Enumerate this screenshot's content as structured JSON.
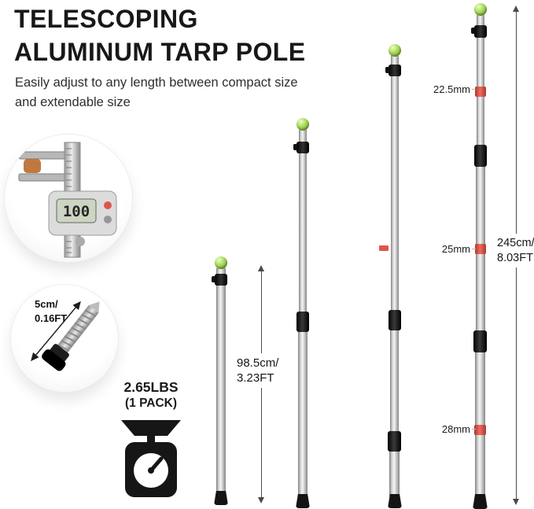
{
  "header": {
    "title_line1": "TELESCOPING",
    "title_line2": "ALUMINUM TARP POLE",
    "subtitle_line1": "Easily adjust to any length between compact size",
    "subtitle_line2": "and extendable size"
  },
  "caliper_inset": {
    "lcd_reading": "100"
  },
  "tip_inset": {
    "length_line1": "5cm/",
    "length_line2": "0.16FT"
  },
  "weight": {
    "value": "2.65LBS",
    "pack": "(1 PACK)"
  },
  "measurements": {
    "collapsed_length_line1": "98.5cm/",
    "collapsed_length_line2": "3.23FT",
    "extended_length_line1": "245cm/",
    "extended_length_line2": "8.03FT",
    "diameter_top": "22.5mm",
    "diameter_middle": "25mm",
    "diameter_bottom": "28mm"
  },
  "icons": {
    "caliper": "digital-caliper-icon",
    "screw_tip": "threaded-tip-icon",
    "scale": "kitchen-scale-icon",
    "ball": "glow-ball-tip-icon"
  },
  "colors": {
    "accent_red": "#e0564a",
    "ball_green": "#8dc63f",
    "pole_silver": "#d9d9d9",
    "text_dark": "#1a1a1a"
  }
}
